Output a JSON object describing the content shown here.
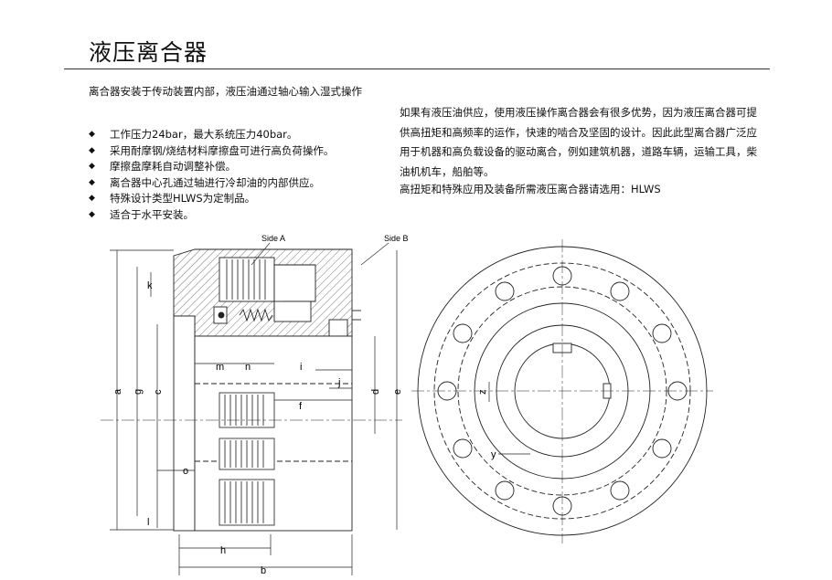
{
  "title": "液压离合器",
  "intro": "离合器安装于传动装置内部，液压油通过轴心输入湿式操作",
  "bullets": [
    "工作压力24bar，最大系统压力40bar。",
    "采用耐摩钢/烧结材料摩擦盘可进行高负荷操作。",
    "摩擦盘摩耗自动调整补偿。",
    "离合器中心孔通过轴进行冷却油的内部供应。",
    "特殊设计类型HLWS为定制品。",
    "适合于水平安装。"
  ],
  "bullet_symbol": "◆",
  "paragraph": "如果有液压油供应，使用液压操作离合器会有很多优势，因为液压离合器可提供高扭矩和高频率的运作，快速的啮合及坚固的设计。因此此型离合器广泛应用于机器和高负载设备的驱动离合，例如建筑机器，道路车辆，运输工具，柴油机机车，船舶等。",
  "note": "高扭矩和特殊应用及装备所需液压离合器请选用：HLWS",
  "drawing": {
    "side_a": "Side A",
    "side_b": "Side B",
    "dimensions": {
      "a": "a",
      "g": "g",
      "c": "c",
      "d": "d",
      "e": "e",
      "f": "f",
      "h": "h",
      "b": "b",
      "i": "i",
      "j": "j",
      "k": "k",
      "l": "l",
      "m": "m",
      "n": "n",
      "o": "o",
      "y": "y",
      "z": "z"
    }
  }
}
